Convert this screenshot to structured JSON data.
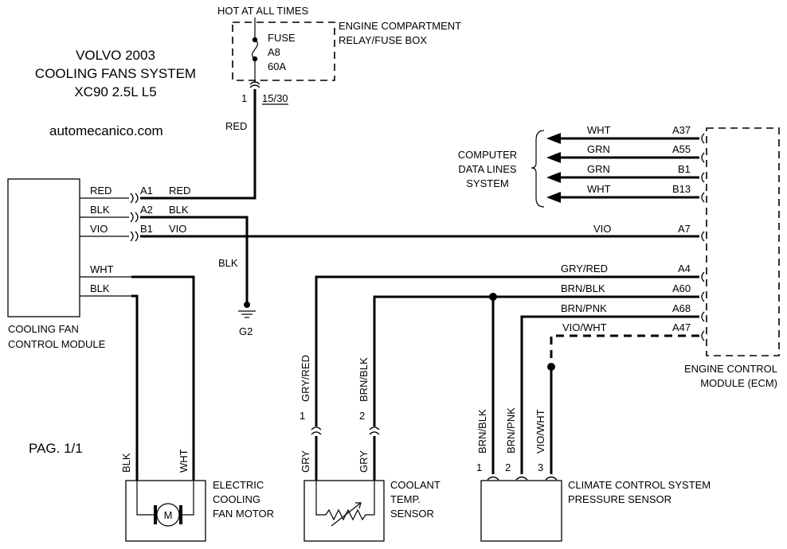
{
  "title": {
    "line1": "VOLVO 2003",
    "line2": "COOLING FANS SYSTEM",
    "line3": "XC90 2.5L L5"
  },
  "website": "automecanico.com",
  "page": "PAG. 1/1",
  "power": {
    "hot_label": "HOT AT ALL TIMES",
    "box_label_1": "ENGINE COMPARTMENT",
    "box_label_2": "RELAY/FUSE BOX",
    "fuse_line1": "FUSE",
    "fuse_line2": "A8",
    "fuse_line3": "60A",
    "pin": "1",
    "terminal": "15/30",
    "wire": "RED"
  },
  "fan_control_module": {
    "label_1": "COOLING FAN",
    "label_2": "CONTROL MODULE",
    "pins": [
      {
        "wire_left": "RED",
        "pin": "A1",
        "wire_right": "RED"
      },
      {
        "wire_left": "BLK",
        "pin": "A2",
        "wire_right": "BLK"
      },
      {
        "wire_left": "VIO",
        "pin": "B1",
        "wire_right": "VIO"
      }
    ],
    "out_wires": [
      "WHT",
      "BLK"
    ]
  },
  "ground": {
    "wire": "BLK",
    "label": "G2"
  },
  "ecm": {
    "label_1": "ENGINE CONTROL",
    "label_2": "MODULE (ECM)",
    "data_lines_label": [
      "COMPUTER",
      "DATA LINES",
      "SYSTEM"
    ],
    "data_lines": [
      {
        "wire": "WHT",
        "pin": "A37"
      },
      {
        "wire": "GRN",
        "pin": "A55"
      },
      {
        "wire": "GRN",
        "pin": "B1"
      },
      {
        "wire": "WHT",
        "pin": "B13"
      }
    ],
    "vio_line": {
      "wire": "VIO",
      "pin": "A7"
    },
    "sensor_lines": [
      {
        "wire": "GRY/RED",
        "pin": "A4"
      },
      {
        "wire": "BRN/BLK",
        "pin": "A60"
      },
      {
        "wire": "BRN/PNK",
        "pin": "A68"
      },
      {
        "wire": "VIO/WHT",
        "pin": "A47"
      }
    ]
  },
  "fan_motor": {
    "label_1": "ELECTRIC",
    "label_2": "COOLING",
    "label_3": "FAN MOTOR",
    "symbol": "M",
    "wire_left": "BLK",
    "wire_right": "WHT"
  },
  "coolant_sensor": {
    "label_1": "COOLANT",
    "label_2": "TEMP.",
    "label_3": "SENSOR",
    "upper_wires": [
      "GRY/RED",
      "BRN/BLK"
    ],
    "pins": [
      "1",
      "2"
    ],
    "lower_wires": [
      "GRY",
      "GRY"
    ]
  },
  "pressure_sensor": {
    "label_1": "CLIMATE CONTROL SYSTEM",
    "label_2": "PRESSURE SENSOR",
    "wires": [
      "BRN/BLK",
      "BRN/PNK",
      "VIO/WHT"
    ],
    "pins": [
      "1",
      "2",
      "3"
    ]
  }
}
